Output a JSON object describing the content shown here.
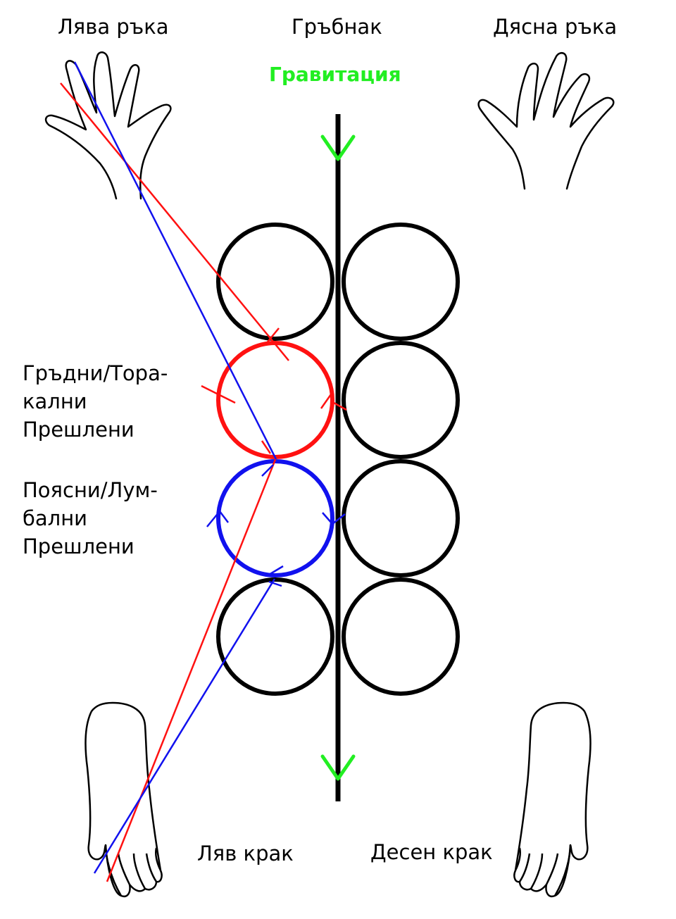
{
  "labels": {
    "left_hand": "Лява ръка",
    "spine": "Гръбнак",
    "right_hand": "Дясна ръка",
    "gravity": "Гравитация",
    "thoracic": [
      "Гръдни/Тора-",
      "кални",
      "Прешлени"
    ],
    "lumbar": [
      "Поясни/Лум-",
      "бални",
      "Прешлени"
    ],
    "left_leg": "Ляв крак",
    "right_leg": "Десен крак"
  },
  "colors": {
    "spine": "#000000",
    "gravity": "#22ee22",
    "thoracic_highlight": "#ff1111",
    "lumbar_highlight": "#1111ee",
    "vertebra": "#000000"
  },
  "icons": {
    "hand": "hand-outline-icon",
    "foot": "foot-outline-icon",
    "arrow": "chevron-down-arrow-icon"
  }
}
